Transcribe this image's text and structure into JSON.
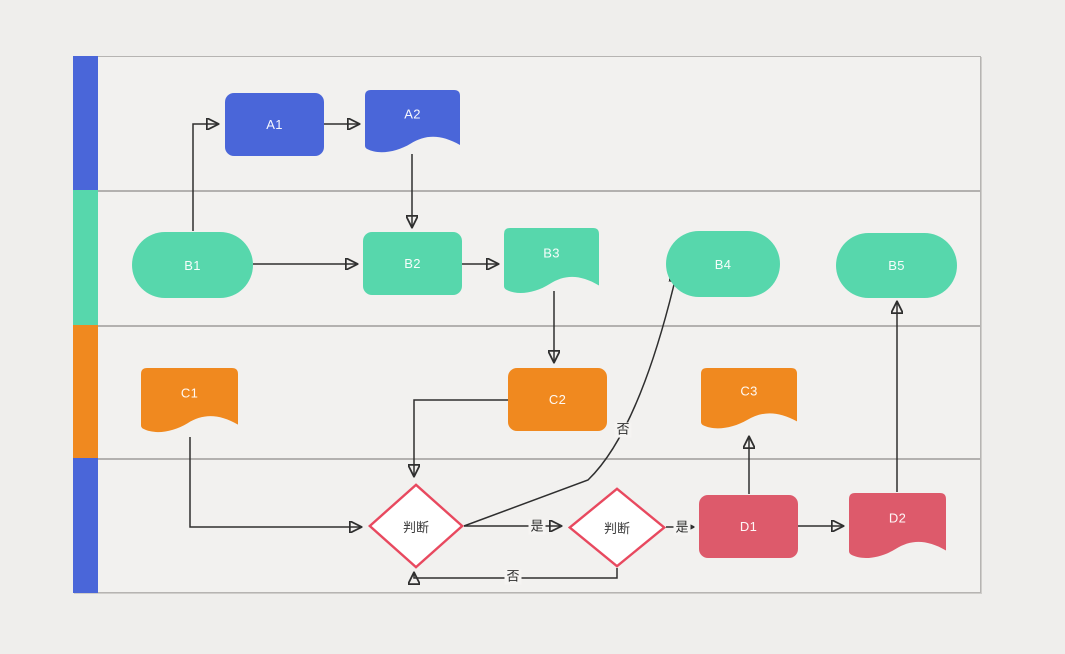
{
  "diagram": {
    "type": "swimlane-flowchart",
    "colors": {
      "background": "#efeeec",
      "panel": "#f2f1ef",
      "panel_border": "#b6b4b2",
      "lane_separator": "#b3b1af",
      "connector": "#2f2f2f",
      "blue": "#4a66d9",
      "teal": "#57d7ac",
      "orange": "#f0891f",
      "pink": "#dd5a6b",
      "decision_border": "#e8495f",
      "decision_fill": "#ffffff"
    },
    "lanes": [
      {
        "name": "lane-1",
        "color": "#4a66d9"
      },
      {
        "name": "lane-2",
        "color": "#57d7ac"
      },
      {
        "name": "lane-3",
        "color": "#f0891f"
      },
      {
        "name": "lane-4",
        "color": "#4a66d9"
      }
    ],
    "nodes": {
      "a1": {
        "label": "A1",
        "shape": "process",
        "color": "#4a66d9",
        "lane": 1
      },
      "a2": {
        "label": "A2",
        "shape": "document",
        "color": "#4a66d9",
        "lane": 1
      },
      "b1": {
        "label": "B1",
        "shape": "terminator",
        "color": "#57d7ac",
        "lane": 2
      },
      "b2": {
        "label": "B2",
        "shape": "process",
        "color": "#57d7ac",
        "lane": 2
      },
      "b3": {
        "label": "B3",
        "shape": "document",
        "color": "#57d7ac",
        "lane": 2
      },
      "b4": {
        "label": "B4",
        "shape": "terminator",
        "color": "#57d7ac",
        "lane": 2
      },
      "b5": {
        "label": "B5",
        "shape": "terminator",
        "color": "#57d7ac",
        "lane": 2
      },
      "c1": {
        "label": "C1",
        "shape": "document",
        "color": "#f0891f",
        "lane": 3
      },
      "c2": {
        "label": "C2",
        "shape": "process",
        "color": "#f0891f",
        "lane": 3
      },
      "c3": {
        "label": "C3",
        "shape": "document",
        "color": "#f0891f",
        "lane": 3
      },
      "decision1": {
        "label": "判断",
        "shape": "decision",
        "border_color": "#e8495f",
        "lane": 4
      },
      "decision2": {
        "label": "判断",
        "shape": "decision",
        "border_color": "#e8495f",
        "lane": 4
      },
      "d1": {
        "label": "D1",
        "shape": "process",
        "color": "#dd5a6b",
        "lane": 4
      },
      "d2": {
        "label": "D2",
        "shape": "document",
        "color": "#dd5a6b",
        "lane": 4
      }
    },
    "edges": [
      {
        "from": "b1",
        "to": "a1",
        "label": ""
      },
      {
        "from": "a1",
        "to": "a2",
        "label": ""
      },
      {
        "from": "a2",
        "to": "b2",
        "label": ""
      },
      {
        "from": "b1",
        "to": "b2",
        "label": ""
      },
      {
        "from": "b2",
        "to": "b3",
        "label": ""
      },
      {
        "from": "b3",
        "to": "c2",
        "label": ""
      },
      {
        "from": "c2",
        "to": "decision1",
        "label": ""
      },
      {
        "from": "c1",
        "to": "decision1",
        "label": ""
      },
      {
        "from": "decision1",
        "to": "decision2",
        "label": "是"
      },
      {
        "from": "decision1",
        "to": "b4",
        "label": "否"
      },
      {
        "from": "decision2",
        "to": "d1",
        "label": "是"
      },
      {
        "from": "decision2",
        "to": "decision1",
        "label": "否"
      },
      {
        "from": "d1",
        "to": "c3",
        "label": ""
      },
      {
        "from": "d1",
        "to": "d2",
        "label": ""
      },
      {
        "from": "d2",
        "to": "b5",
        "label": ""
      }
    ]
  }
}
